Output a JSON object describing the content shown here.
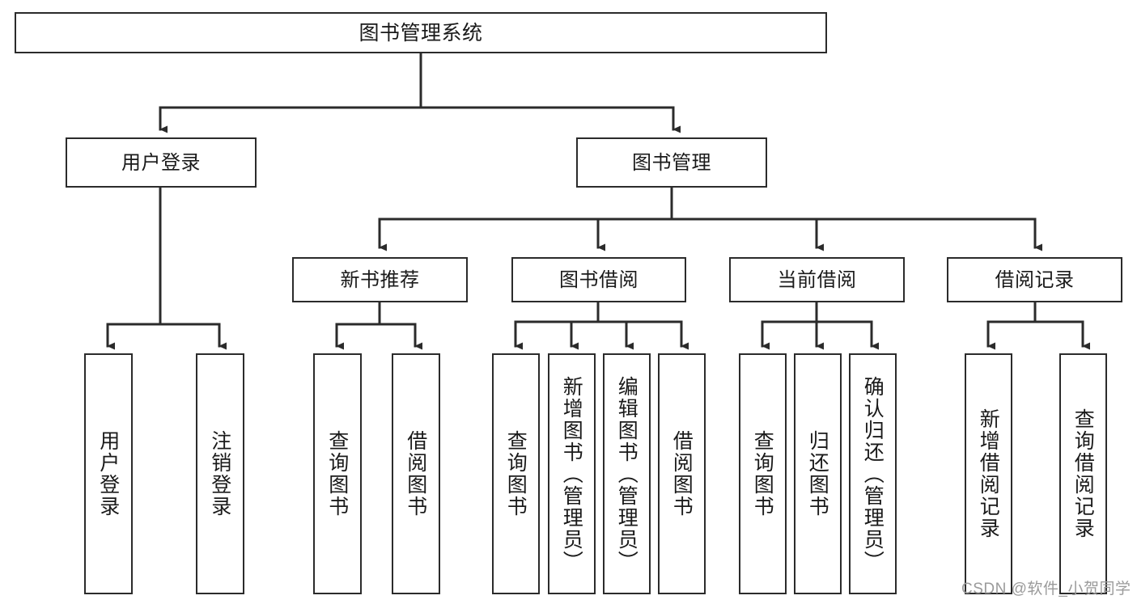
{
  "diagram": {
    "type": "tree-hierarchy-chart",
    "title": "图书管理系统",
    "orientation": "top-down",
    "stroke_color": "#2b2b2b",
    "fill_color": "#ffffff",
    "text_color": "#1a1a1a",
    "levels": [
      {
        "level": 1,
        "nodes": [
          {
            "id": "root",
            "label": "图书管理系统",
            "text_direction": "horizontal"
          }
        ]
      },
      {
        "level": 2,
        "nodes": [
          {
            "id": "login",
            "label": "用户登录",
            "text_direction": "horizontal",
            "parent": "root"
          },
          {
            "id": "bookmgmt",
            "label": "图书管理",
            "text_direction": "horizontal",
            "parent": "root"
          }
        ]
      },
      {
        "level": 3,
        "nodes": [
          {
            "id": "newbook",
            "label": "新书推荐",
            "text_direction": "horizontal",
            "parent": "bookmgmt"
          },
          {
            "id": "borrow",
            "label": "图书借阅",
            "text_direction": "horizontal",
            "parent": "bookmgmt"
          },
          {
            "id": "current",
            "label": "当前借阅",
            "text_direction": "horizontal",
            "parent": "bookmgmt"
          },
          {
            "id": "records",
            "label": "借阅记录",
            "text_direction": "horizontal",
            "parent": "bookmgmt"
          }
        ]
      },
      {
        "level": 4,
        "nodes": [
          {
            "id": "leaf-user-login",
            "label": "用户登录",
            "text_direction": "vertical",
            "parent": "login"
          },
          {
            "id": "leaf-logout-login",
            "label": "注销登录",
            "text_direction": "vertical",
            "parent": "login"
          },
          {
            "id": "leaf-query-book-1",
            "label": "查询图书",
            "text_direction": "vertical",
            "parent": "newbook"
          },
          {
            "id": "leaf-borrow-book-1",
            "label": "借阅图书",
            "text_direction": "vertical",
            "parent": "newbook"
          },
          {
            "id": "leaf-query-book-2",
            "label": "查询图书",
            "text_direction": "vertical",
            "parent": "borrow"
          },
          {
            "id": "leaf-add-book",
            "label": "新增图书（管理员）",
            "text_direction": "vertical",
            "parent": "borrow"
          },
          {
            "id": "leaf-edit-book",
            "label": "编辑图书（管理员）",
            "text_direction": "vertical",
            "parent": "borrow"
          },
          {
            "id": "leaf-borrow-book-2",
            "label": "借阅图书",
            "text_direction": "vertical",
            "parent": "borrow"
          },
          {
            "id": "leaf-query-book-3",
            "label": "查询图书",
            "text_direction": "vertical",
            "parent": "current"
          },
          {
            "id": "leaf-return-book",
            "label": "归还图书",
            "text_direction": "vertical",
            "parent": "current"
          },
          {
            "id": "leaf-confirm-return",
            "label": "确认归还（管理员）",
            "text_direction": "vertical",
            "parent": "current"
          },
          {
            "id": "leaf-add-record",
            "label": "新增借阅记录",
            "text_direction": "vertical",
            "parent": "records"
          },
          {
            "id": "leaf-query-record",
            "label": "查询借阅记录",
            "text_direction": "vertical",
            "parent": "records"
          }
        ]
      }
    ]
  },
  "watermark": {
    "text": "CSDN @软件_小贺同学",
    "color": "#9a9a9a"
  }
}
